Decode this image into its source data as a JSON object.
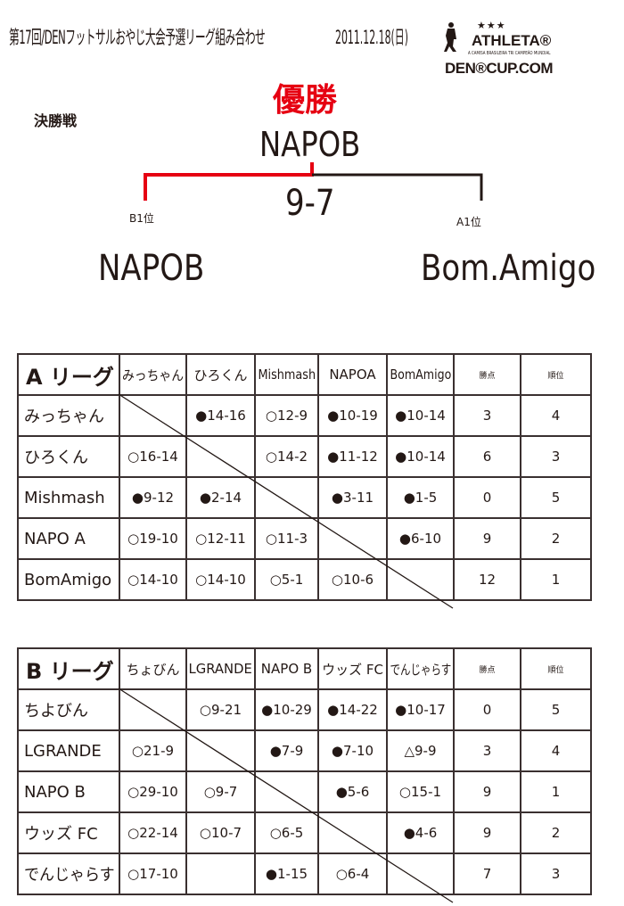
{
  "header": {
    "title": "第17回/DENフットサルおやじ大会予選リーグ組み合わせ",
    "date": "2011.12.18(日)",
    "logo": {
      "stars": "★★★",
      "brand": "ATHLETA®",
      "tagline": "A CAMISA BRASILEIRA TRI CAMPEÃO MUNDIAL",
      "site": "DEN®CUP.COM"
    }
  },
  "final": {
    "label": "決勝戦",
    "champion_label": "優勝",
    "champion": "NAPOB",
    "score": "9-7",
    "left_seed": "B1位",
    "left_team": "NAPOB",
    "right_seed": "A1位",
    "right_team": "Bom.Amigo",
    "winner_color": "#e60012"
  },
  "leagues": [
    {
      "name": "A リーグ",
      "columns": [
        "みっちゃん",
        "ひろくん",
        "Mishmash",
        "NAPOA",
        "BomAmigo",
        "勝点",
        "順位"
      ],
      "rows": [
        {
          "team": "みっちゃん",
          "results": [
            "",
            "●14-16",
            "○12-9",
            "●10-19",
            "●10-14"
          ],
          "points": "3",
          "rank": "4"
        },
        {
          "team": "ひろくん",
          "results": [
            "○16-14",
            "",
            "○14-2",
            "●11-12",
            "●10-14"
          ],
          "points": "6",
          "rank": "3"
        },
        {
          "team": "Mishmash",
          "results": [
            "●9-12",
            "●2-14",
            "",
            "●3-11",
            "●1-5"
          ],
          "points": "0",
          "rank": "5"
        },
        {
          "team": "NAPO A",
          "results": [
            "○19-10",
            "○12-11",
            "○11-3",
            "",
            "●6-10"
          ],
          "points": "9",
          "rank": "2"
        },
        {
          "team": "BomAmigo",
          "results": [
            "○14-10",
            "○14-10",
            "○5-1",
            "○10-6",
            ""
          ],
          "points": "12",
          "rank": "1"
        }
      ]
    },
    {
      "name": "B リーグ",
      "columns": [
        "ちょびん",
        "LGRANDE",
        "NAPO B",
        "ウッズ FC",
        "でんじゃらす",
        "勝点",
        "順位"
      ],
      "rows": [
        {
          "team": "ちよびん",
          "results": [
            "",
            "○9-21",
            "●10-29",
            "●14-22",
            "●10-17"
          ],
          "points": "0",
          "rank": "5"
        },
        {
          "team": "LGRANDE",
          "results": [
            "○21-9",
            "",
            "●7-9",
            "●7-10",
            "△9-9"
          ],
          "points": "3",
          "rank": "4"
        },
        {
          "team": "NAPO B",
          "results": [
            "○29-10",
            "○9-7",
            "",
            "●5-6",
            "○15-1"
          ],
          "points": "9",
          "rank": "1"
        },
        {
          "team": "ウッズ FC",
          "results": [
            "○22-14",
            "○10-7",
            "○6-5",
            "",
            "●4-6"
          ],
          "points": "9",
          "rank": "2"
        },
        {
          "team": "でんじゃらす",
          "results": [
            "○17-10",
            "",
            "●1-15",
            "○6-4",
            ""
          ],
          "points": "7",
          "rank": "3"
        }
      ]
    }
  ]
}
